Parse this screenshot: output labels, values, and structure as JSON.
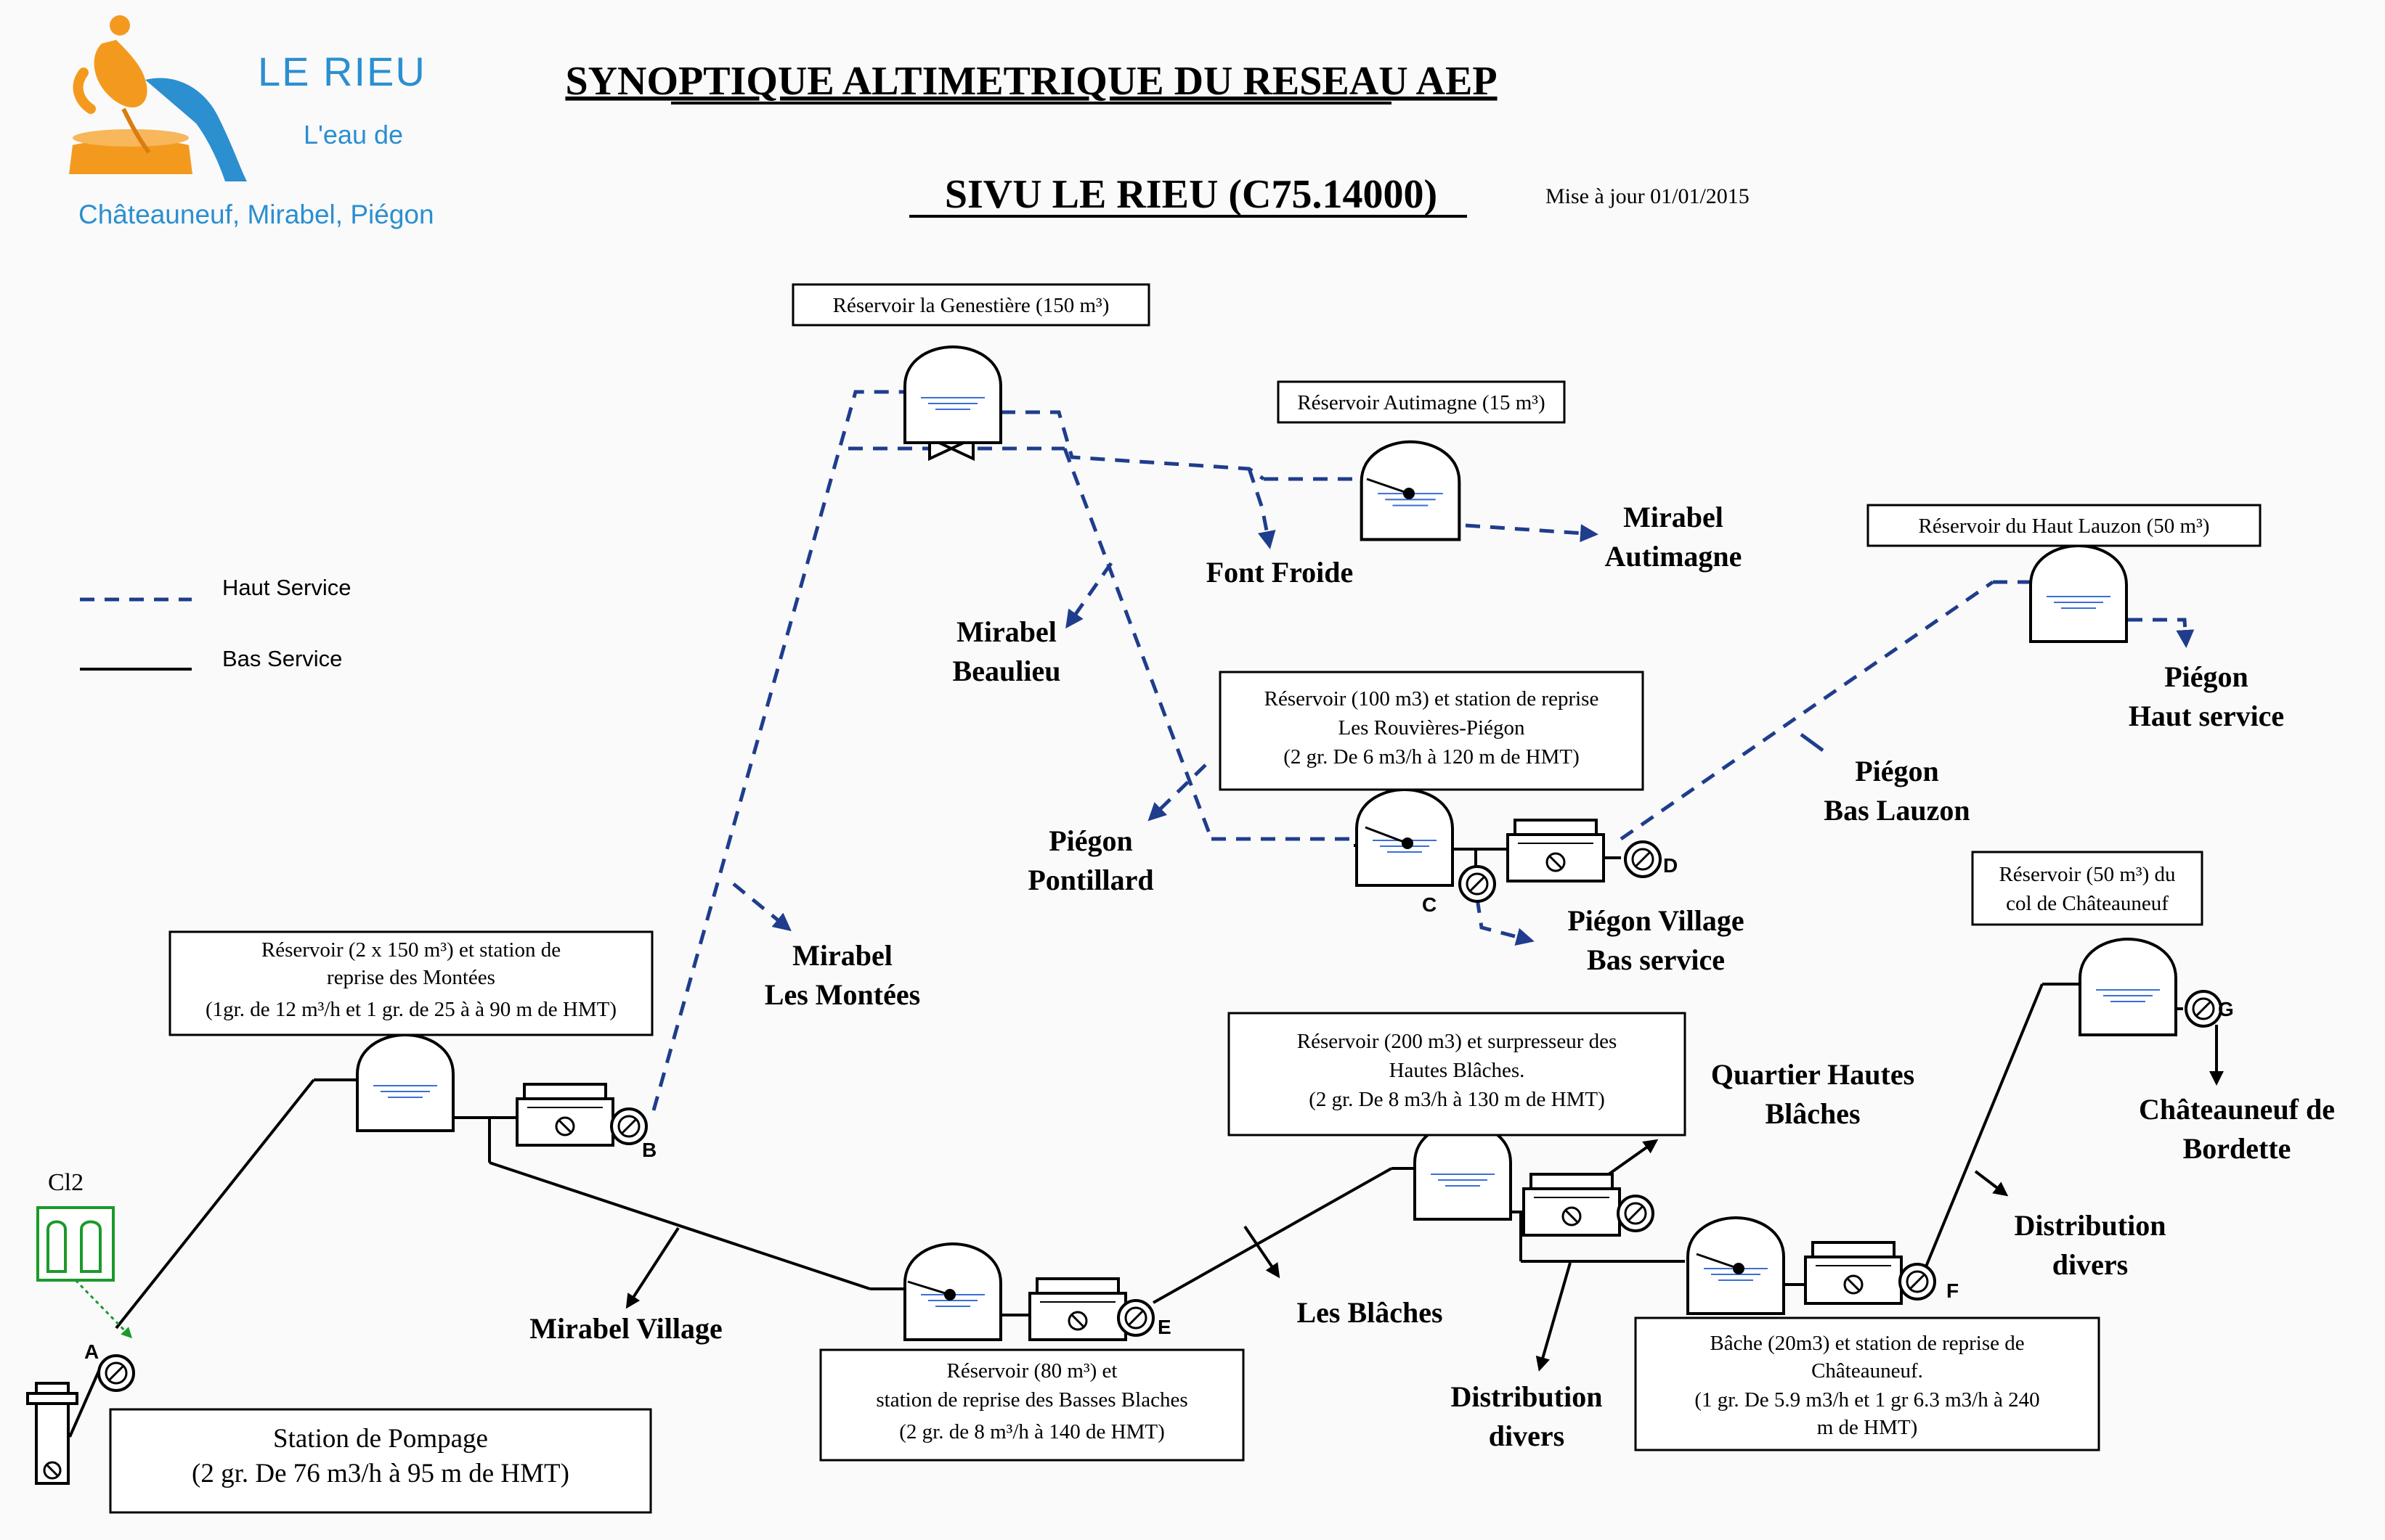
{
  "logo": {
    "name": "LE RIEU",
    "tagline": "L'eau de",
    "towns": "Châteauneuf, Mirabel, Piégon"
  },
  "header": {
    "title": "SYNOPTIQUE ALTIMETRIQUE DU RESEAU AEP",
    "subtitle": "SIVU LE RIEU (C75.14000)",
    "update": "Mise à jour 01/01/2015"
  },
  "legend": {
    "haut": "Haut Service",
    "bas": "Bas Service"
  },
  "labels": {
    "cl2": "Cl2",
    "A": "A",
    "B": "B",
    "C": "C",
    "D": "D",
    "E": "E",
    "F": "F",
    "G": "G"
  },
  "boxes": {
    "genestiere": "Réservoir la Genestière (150 m³)",
    "autimagne": "Réservoir Autimagne (15 m³)",
    "haut_lauzon": "Réservoir du Haut Lauzon (50 m³)",
    "rouvieres": [
      "Réservoir (100 m3) et station de reprise",
      "Les Rouvières-Piégon",
      "(2 gr. De 6 m3/h à 120 m de HMT)"
    ],
    "montees": [
      "Réservoir (2 x 150 m³) et station de",
      "reprise des Montées",
      "(1gr. de 12 m³/h et 1 gr. de 25 à à 90 m de HMT)"
    ],
    "col_chateauneuf": [
      "Réservoir (50 m³) du",
      "col de Châteauneuf"
    ],
    "hautes_blaches": [
      "Réservoir (200 m3) et surpresseur des",
      "Hautes Blâches.",
      "(2 gr. De 8 m3/h à 130 m de HMT)"
    ],
    "basses_blaches": [
      "Réservoir (80 m³) et",
      "station de reprise des Basses Blaches",
      "(2 gr. de 8 m³/h à 140 de HMT)"
    ],
    "bache": [
      "Bâche (20m3) et station de reprise de",
      "Châteauneuf.",
      "(1 gr. De 5.9 m3/h et 1 gr 6.3 m3/h à 240",
      "m de HMT)"
    ],
    "station_pompage": [
      "Station de Pompage",
      "(2 gr. De 76 m3/h à 95 m de HMT)"
    ]
  },
  "destinations": {
    "mirabel_autimagne": [
      "Mirabel",
      "Autimagne"
    ],
    "font_froide": "Font Froide",
    "mirabel_beaulieu": [
      "Mirabel",
      "Beaulieu"
    ],
    "piegon_haut": [
      "Piégon",
      "Haut service"
    ],
    "piegon_bas_lauzon": [
      "Piégon",
      "Bas Lauzon"
    ],
    "piegon_pontillard": [
      "Piégon",
      "Pontillard"
    ],
    "piegon_village": [
      "Piégon Village",
      "Bas service"
    ],
    "mirabel_montees": [
      "Mirabel",
      "Les Montées"
    ],
    "quartier_hautes": [
      "Quartier Hautes",
      "Blâches"
    ],
    "chateauneuf_bordette": [
      "Châteauneuf de",
      "Bordette"
    ],
    "distribution_right": [
      "Distribution",
      "divers"
    ],
    "les_blaches": "Les Blâches",
    "mirabel_village": "Mirabel Village",
    "distribution_bottom": [
      "Distribution",
      "divers"
    ]
  },
  "colors": {
    "haut_service": "#1f3d8c",
    "bas_service": "#000000",
    "chlorine": "#1a9a2a",
    "water": "#3a6fd8",
    "logo_blue": "#2b8fd0",
    "logo_orange": "#f39a1e"
  }
}
